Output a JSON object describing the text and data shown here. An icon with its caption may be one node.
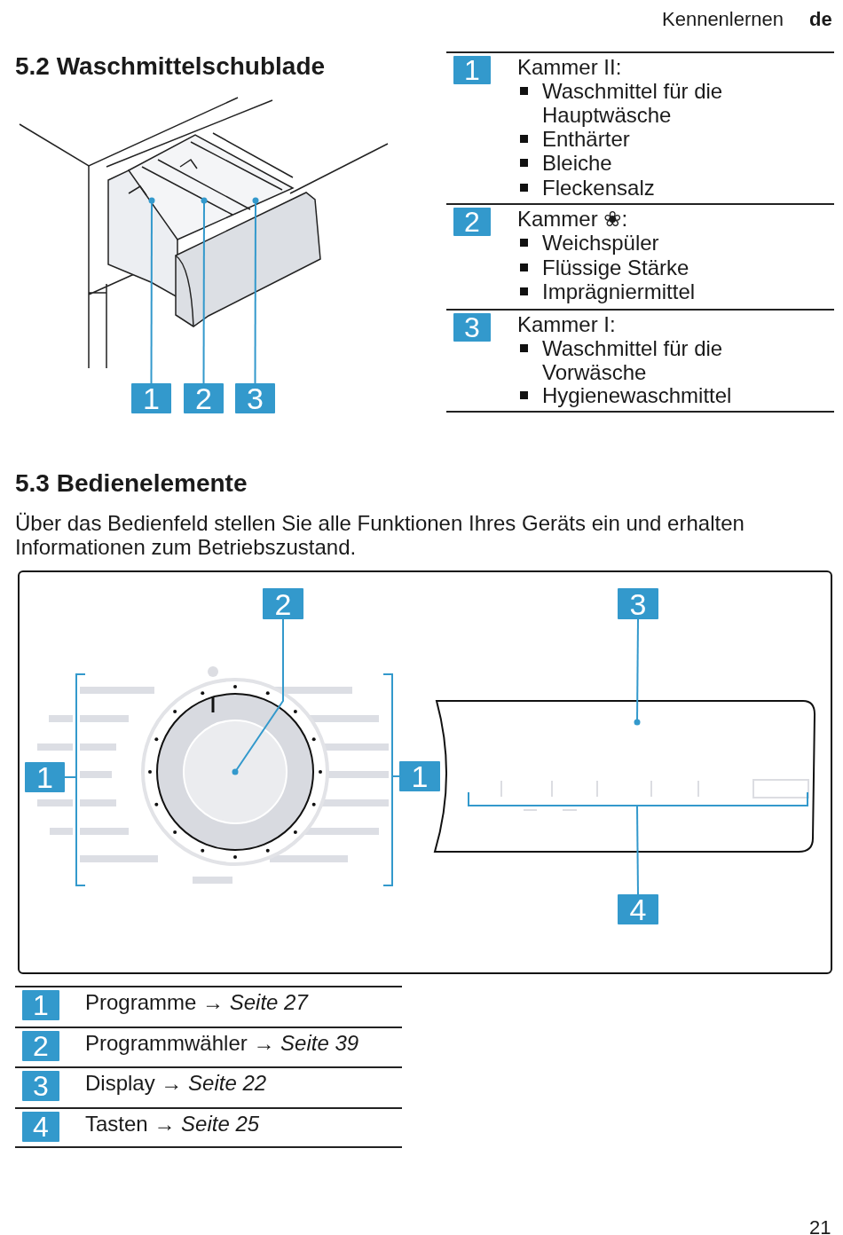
{
  "diagram": {
    "nodes": [
      {
        "text": [
          "1"
        ]
      },
      {
        "text": [
          "2"
        ]
      },
      {
        "text": [
          "3"
        ]
      },
      {
        "text": [],
        "shape": "box"
      },
      {
        "text": [
          "2"
        ],
        "in": 3
      },
      {
        "text": [
          "3"
        ],
        "in": 3
      },
      {
        "text": [
          "1"
        ],
        "in": 3
      },
      {
        "text": [
          "1"
        ],
        "in": 3
      },
      {
        "text": [
          "4"
        ],
        "in": 3
      },
      {
        "text": [
          "1"
        ]
      },
      {
        "text": [
          "2"
        ]
      },
      {
        "text": [
          "3"
        ]
      },
      {
        "text": [
          "1"
        ]
      },
      {
        "text": [
          "2"
        ]
      },
      {
        "text": [
          "3"
        ]
      },
      {
        "text": [
          "4"
        ]
      }
    ],
    "edges": [
      {
        "from": 0,
        "to": null,
        "arrow": "other"
      },
      {
        "from": 1,
        "to": null,
        "arrow": "other"
      },
      {
        "from": 2,
        "to": null,
        "arrow": "other"
      },
      {
        "from": 4,
        "to": null,
        "arrow": "other"
      },
      {
        "from": 5,
        "to": null,
        "arrow": "other"
      },
      {
        "from": 6,
        "to": null,
        "arrow": "none"
      },
      {
        "from": 7,
        "to": null,
        "arrow": "none"
      },
      {
        "from": 8,
        "to": null,
        "arrow": "none"
      }
    ],
    "labels": [
      "Kennenlernen",
      "de",
      "5.2 Waschmittelschublade",
      "Kammer II:",
      "Waschmittel für die Hauptwäsche",
      "Enthärter",
      "Bleiche",
      "Fleckensalz",
      "Kammer ❀:",
      "Weichspüler",
      "Flüssige Stärke",
      "Imprägniermittel",
      "Kammer I:",
      "Waschmittel für die Vorwäsche",
      "Hygienewaschmittel",
      "5.3 Bedienelemente",
      "Über das Bedienfeld stellen Sie alle Funktionen Ihres Geräts ein und erhalten Informationen zum Betriebszustand.",
      "Programme → *Seite 27*",
      "Programmwähler → *Seite 39*",
      "Display → *Seite 22*",
      "Tasten → *Seite 25*",
      "21"
    ]
  }
}
